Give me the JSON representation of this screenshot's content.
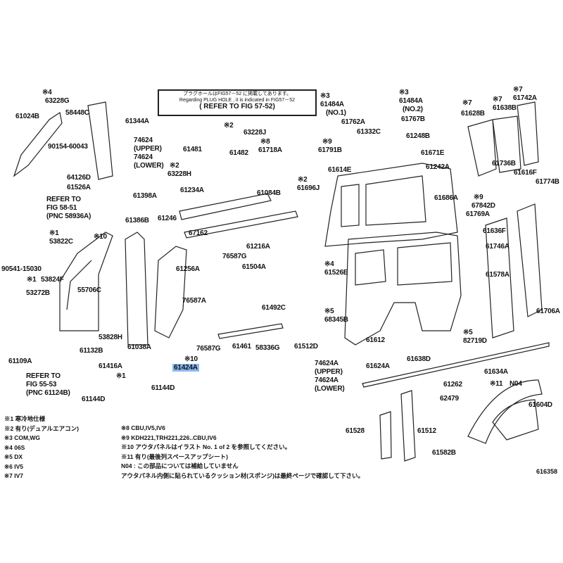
{
  "notice": {
    "line1": "プラグホールはFIG57－52 に掲載してあります。",
    "line2": "Regarding PLUG HOLE , it is indicated in FIG57－52",
    "line3": "( REFER TO FIG 57-52)"
  },
  "labels": [
    "※4",
    "63228G",
    "61024B",
    "58448C",
    "61344A",
    "90154-60043",
    "74624",
    "(UPPER)",
    "74624",
    "(LOWER)",
    "64126D",
    "61526A",
    "REFER TO",
    "FIG 58-51",
    "(PNC 58936A)",
    "※2",
    "63228J",
    "61481",
    "61482",
    "※8",
    "61718A",
    "※2",
    "63228H",
    "61234A",
    "61084B",
    "61398A",
    "61246",
    "61386B",
    "67162",
    "※10",
    "※1",
    "53822C",
    "61216A",
    "76587G",
    "61256A",
    "61504A",
    "90541-15030",
    "※1",
    "53824F",
    "53272B",
    "55706C",
    "76587A",
    "61492C",
    "53828H",
    "61132B",
    "61038A",
    "76587G",
    "61461",
    "58336G",
    "61512D",
    "61109A",
    "61416A",
    "※10",
    "61424A",
    "REFER TO",
    "FIG 55-53",
    "(PNC 61124B)",
    "※1",
    "61144D",
    "61144D",
    "※3",
    "61484A",
    "(NO.1)",
    "※3",
    "61484A",
    "(NO.2)",
    "61762A",
    "61767B",
    "61332C",
    "61248B",
    "※9",
    "61791B",
    "61671E",
    "61614E",
    "61242A",
    "※2",
    "61696J",
    "61686A",
    "※4",
    "61526E",
    "※5",
    "68345B",
    "61612",
    "61624A",
    "61638D",
    "74624A",
    "(UPPER)",
    "74624A",
    "(LOWER)",
    "61262",
    "62479",
    "61528",
    "61512",
    "61582B",
    "※7",
    "61628B",
    "※7",
    "61638B",
    "※7",
    "61742A",
    "61736B",
    "61616F",
    "61774B",
    "※9",
    "67842D",
    "61769A",
    "61636F",
    "61746A",
    "61578A",
    "61706A",
    "※5",
    "82719D",
    "61634A",
    "※11",
    "N04",
    "61604D"
  ],
  "legend_left": [
    "※1 寒冷地仕様",
    "※2 有り(デュアルエアコン)",
    "※3 COM,WG",
    "※4 06S",
    "※5 DX",
    "※6 IV5",
    "※7 IV7"
  ],
  "legend_mid": [
    "※8 CBU,IV5,IV6",
    "※9 KDH221,TRH221,226..CBU,IV6",
    "※10 アウタパネルはイラスト No. 1 of 2 を参照してください。",
    "※11 有り(最後列スペースアップシート)",
    "N04 : この部品については補給していません",
    "アウタパネル内側に貼られているクッション材(スポンジ)は最終ページで確認して下さい。"
  ],
  "figure_number": "616358",
  "highlight_color": "#8ab8f0"
}
